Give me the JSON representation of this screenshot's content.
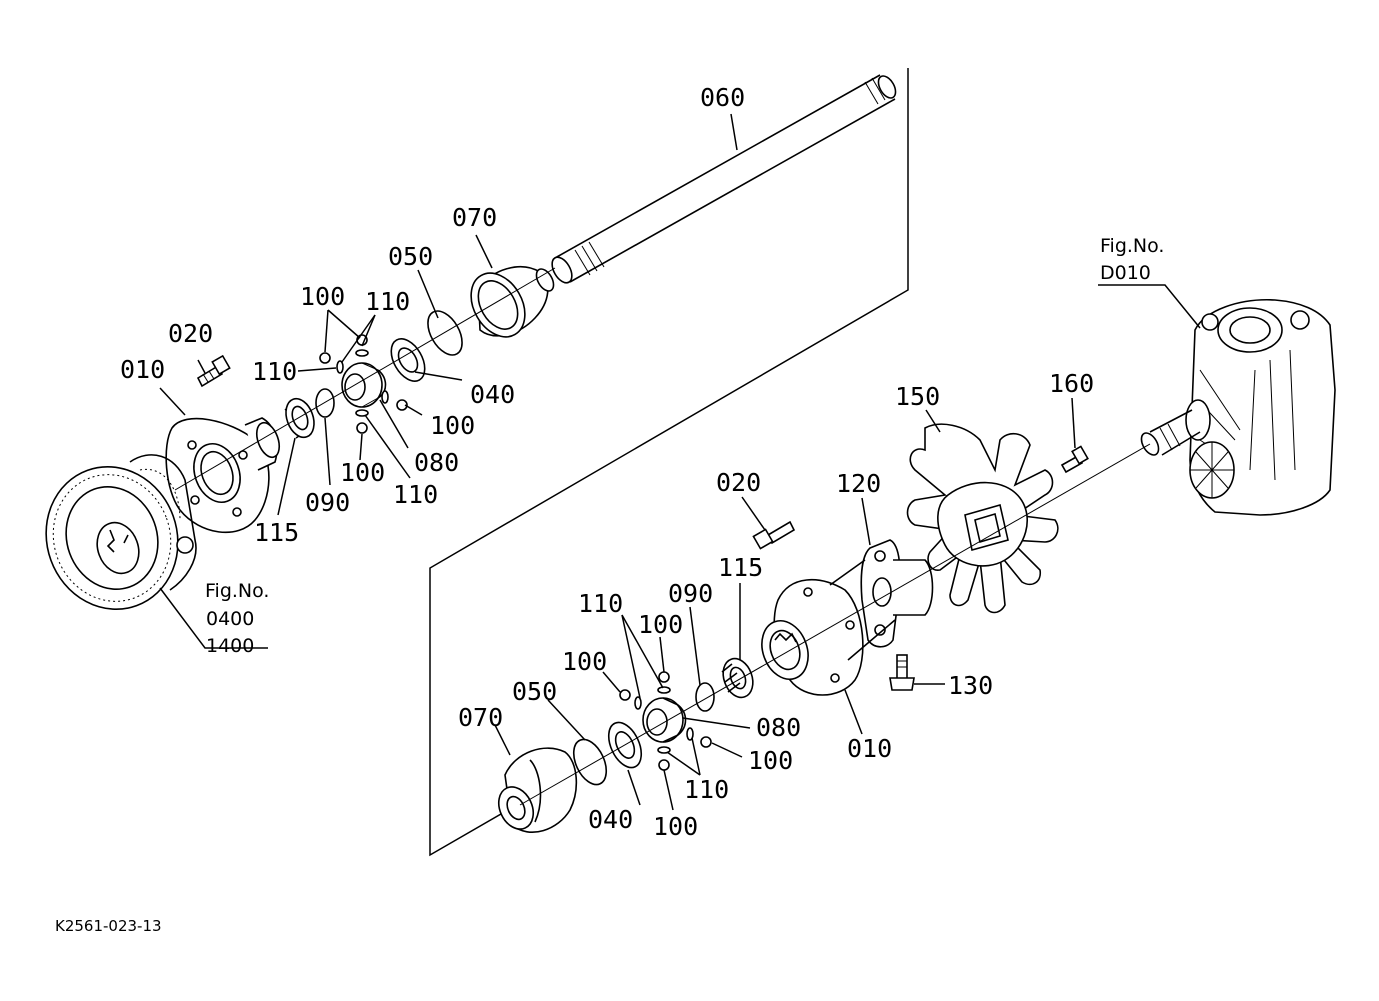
{
  "diagram": {
    "code": "K2561-023-13",
    "fig_refs": {
      "upper_left": {
        "line1": "Fig.No.",
        "line2": "0400",
        "line3": "1400"
      },
      "upper_right": {
        "line1": "Fig.No.",
        "line2": "D010"
      }
    },
    "upper_assembly": {
      "p060": "060",
      "p070": "070",
      "p050": "050",
      "p040": "040",
      "p100a": "100",
      "p110a": "110",
      "p110b": "110",
      "p020": "020",
      "p010": "010",
      "p100b": "100",
      "p080": "080",
      "p100c": "100",
      "p110c": "110",
      "p090": "090",
      "p115": "115"
    },
    "lower_assembly": {
      "p020": "020",
      "p120": "120",
      "p150": "150",
      "p160": "160",
      "p115": "115",
      "p090": "090",
      "p110a": "110",
      "p100a": "100",
      "p100b": "100",
      "p050": "050",
      "p070": "070",
      "p080": "080",
      "p100c": "100",
      "p110b": "110",
      "p040": "040",
      "p100d": "100",
      "p010": "010",
      "p130": "130"
    }
  }
}
